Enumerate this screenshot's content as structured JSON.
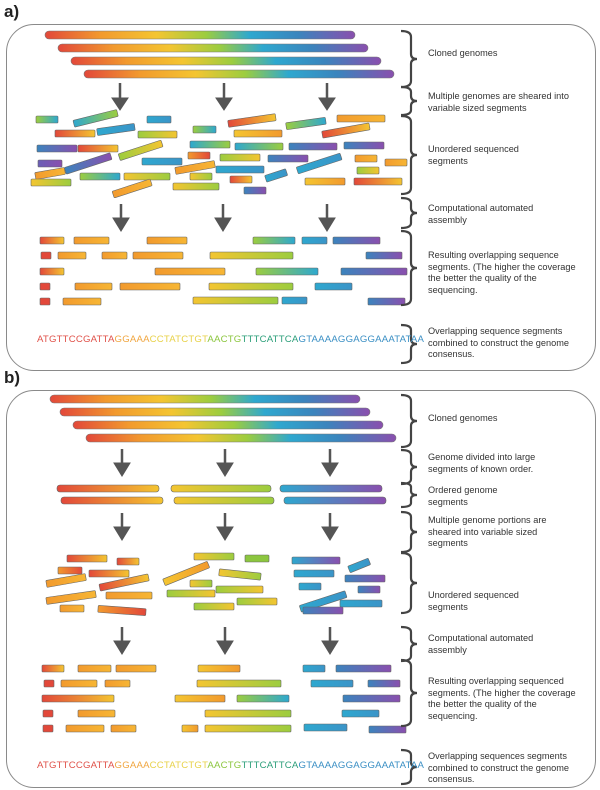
{
  "colors": {
    "red": "#e2483a",
    "orange": "#f29a2e",
    "yellow": "#f4c531",
    "green": "#9ccd3f",
    "teal": "#2ea8cf",
    "blue": "#3b84bd",
    "purple": "#8a4fae",
    "arrow": "#555555",
    "brace": "#444444",
    "border": "#8a8a8a"
  },
  "panel_a": {
    "label": "a)",
    "steps": [
      {
        "id": "cloned",
        "text": "Cloned genomes"
      },
      {
        "id": "sheared",
        "text": "Multiple genomes are sheared into variable sized segments"
      },
      {
        "id": "unordered",
        "text": "Unordered sequenced segments"
      },
      {
        "id": "assembly",
        "text": "Computational automated assembly"
      },
      {
        "id": "overlapping",
        "text": "Resulting overlapping sequence segments. (The higher the coverage the better the quality of the sequencing."
      },
      {
        "id": "consensus",
        "text": "Overlapping sequence segments combined to construct the genome consensus."
      }
    ],
    "sequence": [
      {
        "text": "ATGTTCCGATTA",
        "color": "#e0524a"
      },
      {
        "text": "GGAAA",
        "color": "#f0a640"
      },
      {
        "text": "CCTATCTGT",
        "color": "#e8d24a"
      },
      {
        "text": "AACTG",
        "color": "#8cc63f"
      },
      {
        "text": "TTTCATTCA",
        "color": "#2d9f7a"
      },
      {
        "text": "GTAAAAGGAGGAAATATAA",
        "color": "#3a8fc4"
      }
    ]
  },
  "panel_b": {
    "label": "b)",
    "steps": [
      {
        "id": "cloned",
        "text": "Cloned genomes"
      },
      {
        "id": "divided",
        "text": "Genome divided into large segments of known order."
      },
      {
        "id": "ordered",
        "text": "Ordered genome segments"
      },
      {
        "id": "sheared",
        "text": "Multiple genome portions are sheared into variable sized segments"
      },
      {
        "id": "unordered",
        "text": "Unordered sequenced segments"
      },
      {
        "id": "assembly",
        "text": "Computational automated assembly"
      },
      {
        "id": "overlapping",
        "text": "Resulting overlapping sequenced segments. (The higher the coverage the better the quality of the sequencing."
      },
      {
        "id": "consensus",
        "text": "Overlapping sequences segments combined to construct the genome consensus."
      }
    ],
    "sequence": [
      {
        "text": "ATGTTCCGATTA",
        "color": "#e0524a"
      },
      {
        "text": "GGAAA",
        "color": "#f0a640"
      },
      {
        "text": "CCTATCTGT",
        "color": "#e8d24a"
      },
      {
        "text": "AACTG",
        "color": "#8cc63f"
      },
      {
        "text": "TTTCATTCA",
        "color": "#2d9f7a"
      },
      {
        "text": "GTAAAAGGAGGAAATATAA",
        "color": "#3a8fc4"
      }
    ]
  }
}
